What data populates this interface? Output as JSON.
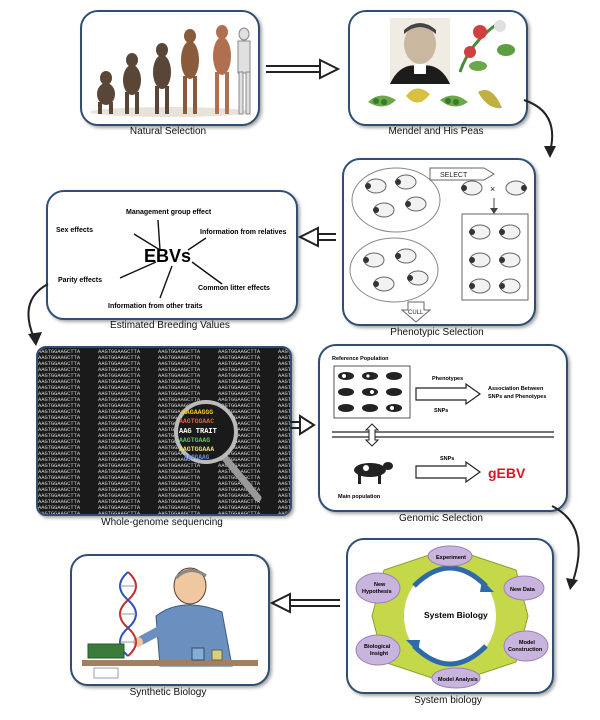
{
  "captions": {
    "natural": "Natural Selection",
    "mendel": "Mendel and His Peas",
    "phenotypic": "Phenotypic Selection",
    "ebv": "Estimated Breeding Values",
    "wgs": "Whole-genome sequencing",
    "genomic": "Genomic Selection",
    "sysbio": "System biology",
    "synthetic": "Synthetic Biology"
  },
  "phenotypic": {
    "select": "SELECT",
    "cross": "×",
    "cull": "CULL"
  },
  "ebv": {
    "center": "EBVs",
    "management": "Management group effect",
    "sex": "Sex effects",
    "relatives": "Information from relatives",
    "parity": "Parity effects",
    "litter": "Common litter effects",
    "other": "Information from other traits"
  },
  "wgs": {
    "magnifier": [
      "AAGAAGGG",
      "AAGTGGAAC",
      "AAG TRAIT",
      "AAGTGAAG",
      "AAGTGGAAA",
      "AAGGAAG"
    ]
  },
  "genomic": {
    "reference": "Reference Population",
    "phenotypes": "Phenotypes",
    "snps_top": "SNPs",
    "association": "Association Between SNPs and Phenotypes",
    "snps_bottom": "SNPs",
    "gebv": "gEBV",
    "main": "Main population"
  },
  "sysbio": {
    "title": "System Biology",
    "experiment": "Experiment",
    "new_data": "New Data",
    "model_construction": "Model Construction",
    "model_analysis": "Model Analysis",
    "biological_insight": "Biological Insight",
    "new_hypothesis": "New Hypothesis"
  },
  "colors": {
    "border": "#2f4e73",
    "gebv": "#e0141e",
    "hex": "#c4d84a",
    "node": "#c8b4dc"
  }
}
